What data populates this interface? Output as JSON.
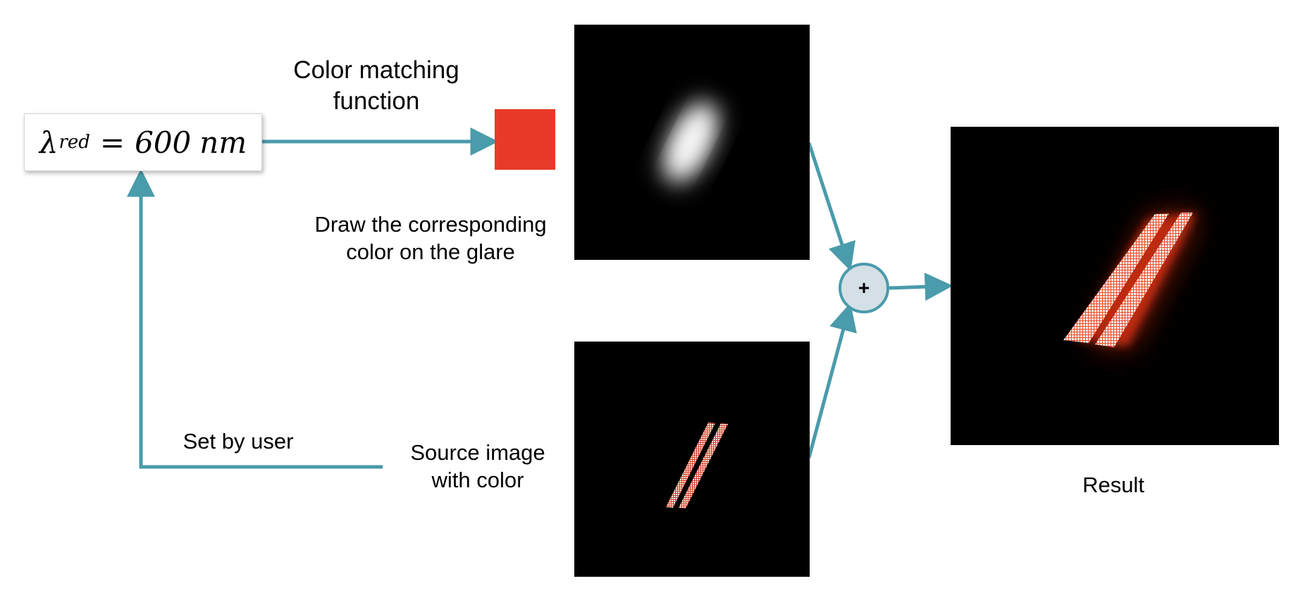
{
  "formula": {
    "symbol": "λ",
    "subscript": "red",
    "equals": "=",
    "value": "600",
    "unit": "nm"
  },
  "labels": {
    "color_matching": "Color matching function",
    "draw_color": "Draw the corresponding color on the glare",
    "set_by_user": "Set by user",
    "source_image": "Source image with color",
    "result": "Result"
  },
  "operator": "+",
  "colors": {
    "arrow": "#4a9bab",
    "swatch": "#e83a26",
    "node_fill": "#d5dfe6",
    "panel_bg": "#000000"
  }
}
